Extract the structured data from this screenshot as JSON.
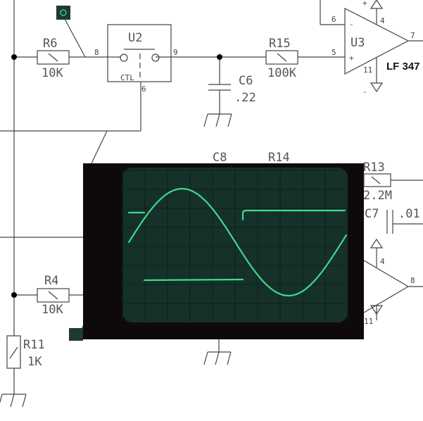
{
  "schematic": {
    "r6": {
      "name": "R6",
      "value": "10K"
    },
    "u2": {
      "name": "U2",
      "ctl": "CTL",
      "pin_in": "8",
      "pin_out": "9",
      "pin_ctl": "6"
    },
    "c6": {
      "name": "C6",
      "value": ".22"
    },
    "r15": {
      "name": "R15",
      "value": "100K"
    },
    "u3": {
      "name": "U3",
      "pin_inv": "6",
      "pin_noninv": "5",
      "pin_out": "7",
      "pin_vpos": "4",
      "pin_vneg": "11",
      "plus": "+",
      "minus": "-",
      "part": "LF 347"
    },
    "c8": {
      "name": "C8"
    },
    "r14": {
      "name": "R14"
    },
    "r13": {
      "name": "R13",
      "value": "2.2M"
    },
    "c7": {
      "name": "C7",
      "value": ".01"
    },
    "u_lower": {
      "pin_out": "8",
      "pin_vpos": "4",
      "pin_vneg": "11"
    },
    "r4": {
      "name": "R4",
      "value": "10K"
    },
    "r11": {
      "name": "R11",
      "value": "1K"
    }
  },
  "oscilloscope": {
    "trace_color": "#3fd98a",
    "screen_color": "#16302a"
  }
}
